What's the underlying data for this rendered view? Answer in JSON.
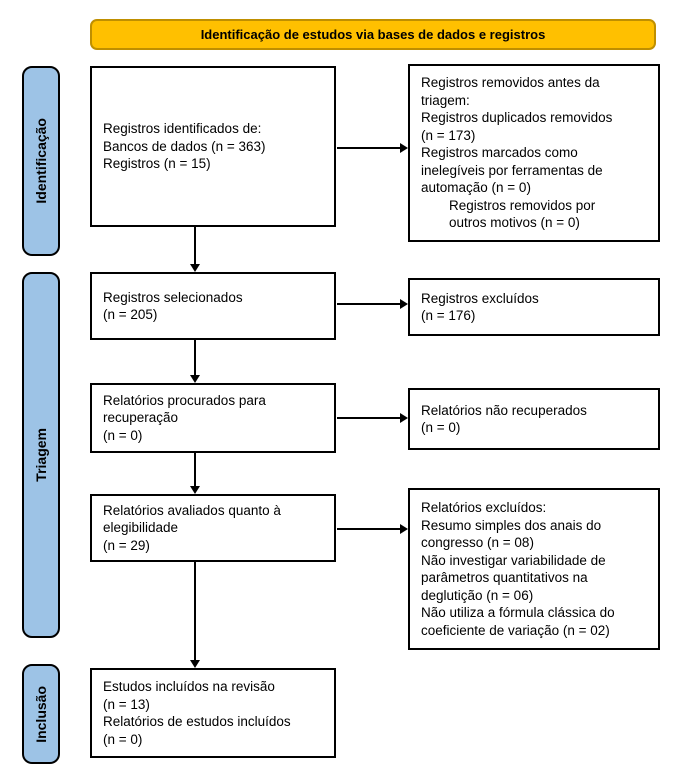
{
  "banner": {
    "label": "Identificação de estudos via bases de dados e registros"
  },
  "colors": {
    "banner_fill": "#FFC000",
    "banner_border": "#BF8F00",
    "stage_fill": "#9DC3E6",
    "line_color": "#000000"
  },
  "stages": {
    "identification": {
      "label": "Identificação"
    },
    "screening": {
      "label": "Triagem"
    },
    "inclusion": {
      "label": "Inclusão"
    }
  },
  "boxes": {
    "records_identified": {
      "lines": [
        "Registros identificados de:",
        "Bancos de dados (n = 363)",
        "Registros (n = 15)"
      ]
    },
    "records_removed_before_screening": {
      "lines": [
        "Registros removidos antes da",
        "triagem:",
        "Registros duplicados removidos",
        "(n = 173)",
        "Registros marcados como",
        "inelegíveis por ferramentas de",
        "automação (n = 0)",
        "Registros removidos por",
        "outros motivos (n = 0)"
      ]
    },
    "records_screened": {
      "lines": [
        "Registros selecionados",
        "(n = 205)"
      ]
    },
    "records_excluded": {
      "lines": [
        "Registros excluídos",
        "(n = 176)"
      ]
    },
    "reports_sought": {
      "lines": [
        "Relatórios procurados para",
        "recuperação",
        "(n = 0)"
      ]
    },
    "reports_not_retrieved": {
      "lines": [
        "Relatórios não recuperados",
        "(n = 0)"
      ]
    },
    "reports_assessed": {
      "lines": [
        "Relatórios avaliados quanto à",
        "elegibilidade",
        "(n = 29)"
      ]
    },
    "reports_excluded": {
      "lines": [
        "Relatórios excluídos:",
        "Resumo simples dos anais do",
        "congresso (n = 08)",
        "Não investigar variabilidade de",
        "parâmetros quantitativos na",
        "deglutição (n = 06)",
        "Não utiliza a fórmula clássica do",
        "coeficiente de variação (n = 02)"
      ]
    },
    "studies_included": {
      "lines": [
        "Estudos incluídos na revisão",
        "(n = 13)",
        "Relatórios de estudos incluídos",
        "(n = 0)"
      ]
    }
  }
}
